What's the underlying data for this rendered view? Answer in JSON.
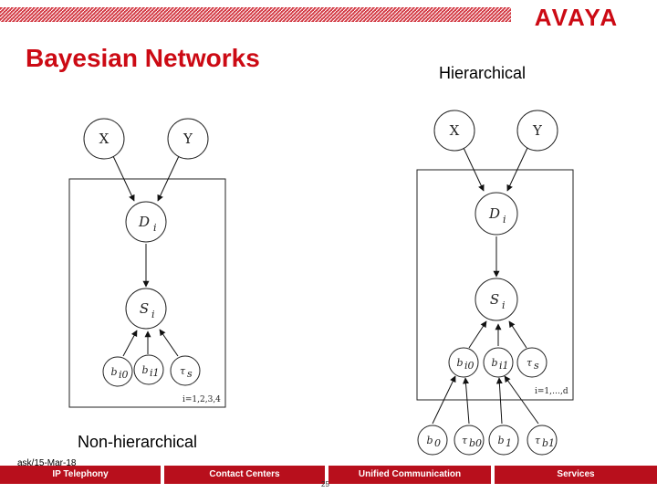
{
  "brand": {
    "logo_text": "AVAYA",
    "accent_color": "#cc0a14"
  },
  "slide": {
    "title": "Bayesian Networks",
    "label_hierarchical": "Hierarchical",
    "label_nonhierarchical": "Non-hierarchical",
    "footer_id": "ask/15-Mar-18",
    "page_number": "25"
  },
  "nav": {
    "items": [
      {
        "label": "IP Telephony"
      },
      {
        "label": "Contact Centers"
      },
      {
        "label": "Unified Communication"
      },
      {
        "label": "Services"
      }
    ],
    "color": "#b80f1c"
  },
  "diagram_left": {
    "nodes": {
      "x": "X",
      "y": "Y",
      "d": "D",
      "d_sub": "i",
      "s": "S",
      "s_sub": "i",
      "b0": "b",
      "b0_sub": "i0",
      "b1": "b",
      "b1_sub": "i1",
      "tau": "τ",
      "tau_sub": "s"
    },
    "plate_label": "i=1,2,3,4"
  },
  "diagram_right": {
    "nodes": {
      "x": "X",
      "y": "Y",
      "d": "D",
      "d_sub": "i",
      "s": "S",
      "s_sub": "i",
      "bi0": "b",
      "bi0_sub": "i0",
      "bi1": "b",
      "bi1_sub": "i1",
      "tau": "τ",
      "tau_sub": "s",
      "b0": "b",
      "b0_sub": "0",
      "tb0": "τ",
      "tb0_sub": "b0",
      "b1": "b",
      "b1_sub": "1",
      "tb1": "τ",
      "tb1_sub": "b1"
    },
    "plate_label": "i=1,…,d"
  }
}
